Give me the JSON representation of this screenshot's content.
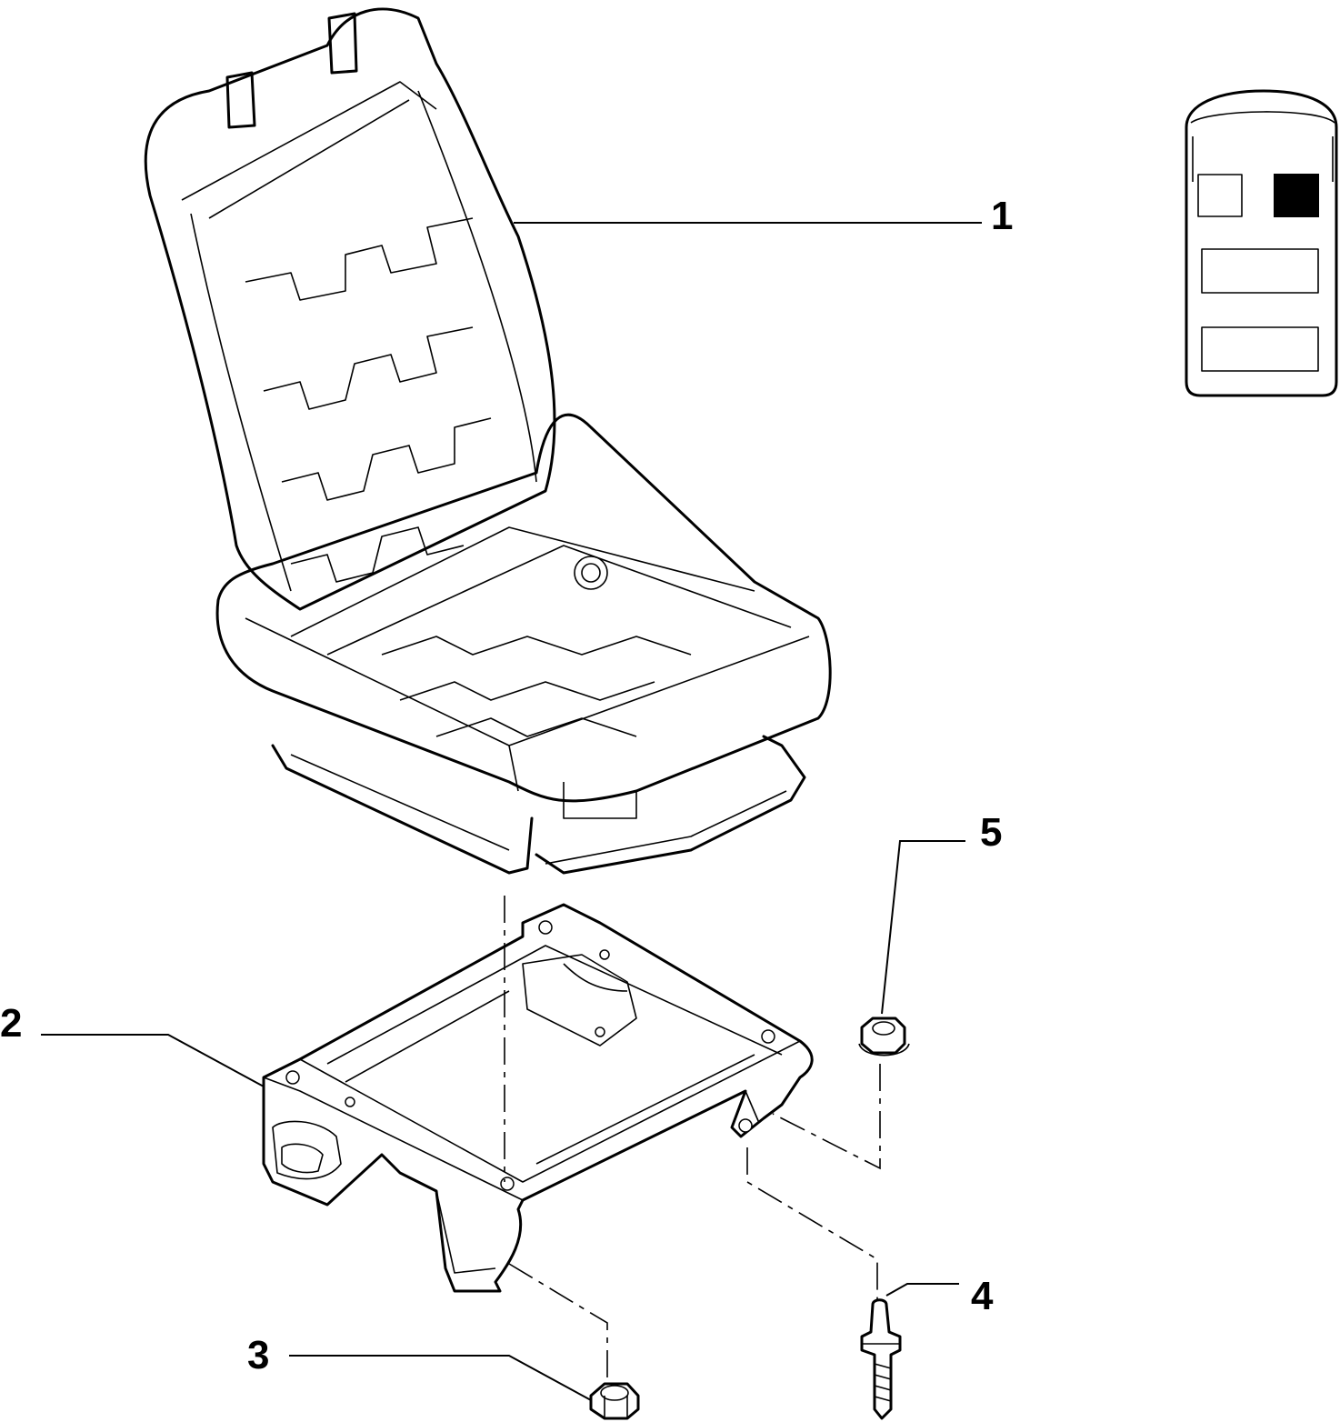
{
  "parts": [
    {
      "number": "1"
    },
    {
      "number": "2"
    },
    {
      "number": "3"
    },
    {
      "number": "4"
    },
    {
      "number": "5"
    }
  ],
  "locator": {
    "seat_positions": [
      {
        "state": "unselected"
      },
      {
        "state": "selected"
      },
      {
        "state": "unselected"
      },
      {
        "state": "unselected"
      }
    ]
  },
  "colors": {
    "ink": "#000000",
    "paper": "#ffffff",
    "selected": "#000000"
  }
}
